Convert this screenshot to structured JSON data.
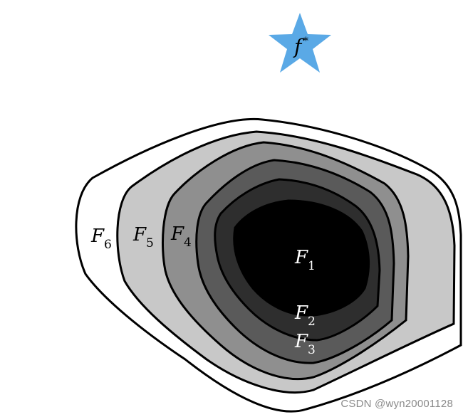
{
  "target": {
    "label": "f",
    "superscript": "*",
    "color": "#5aa9e6"
  },
  "regions": [
    {
      "id": "F6",
      "label": "F",
      "subscript": "6",
      "fill": "#ffffff",
      "label_color": "#000000"
    },
    {
      "id": "F5",
      "label": "F",
      "subscript": "5",
      "fill": "#c8c8c8",
      "label_color": "#000000"
    },
    {
      "id": "F4",
      "label": "F",
      "subscript": "4",
      "fill": "#8f8f8f",
      "label_color": "#000000"
    },
    {
      "id": "F3",
      "label": "F",
      "subscript": "3",
      "fill": "#5a5a5a",
      "label_color": "#ffffff"
    },
    {
      "id": "F2",
      "label": "F",
      "subscript": "2",
      "fill": "#2e2e2e",
      "label_color": "#ffffff"
    },
    {
      "id": "F1",
      "label": "F",
      "subscript": "1",
      "fill": "#000000",
      "label_color": "#ffffff"
    }
  ],
  "watermark": "CSDN @wyn20001128"
}
